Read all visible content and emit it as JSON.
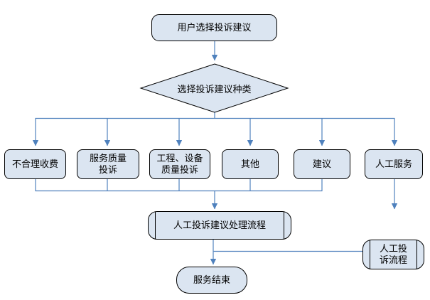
{
  "diagram": {
    "type": "flowchart",
    "background_color": "#ffffff",
    "node_fill_color": "#dbe5f1",
    "node_border_color": "#000000",
    "connector_color": "#4f81bd",
    "text_color": "#000000",
    "nodes": {
      "start": {
        "shape": "terminator",
        "label": "用户选择投诉建议"
      },
      "decision": {
        "shape": "decision",
        "label": "选择投诉建议种类"
      },
      "branch_unreasonable_fee": {
        "shape": "process",
        "label": "不合理收费"
      },
      "branch_service_quality": {
        "shape": "process",
        "label": "服务质量\n投诉"
      },
      "branch_engineering_equipment": {
        "shape": "process",
        "label": "工程、设备\n质量投诉"
      },
      "branch_other": {
        "shape": "process",
        "label": "其他"
      },
      "branch_suggestion": {
        "shape": "process",
        "label": "建议"
      },
      "branch_manual_service": {
        "shape": "process",
        "label": "人工服务"
      },
      "process_manual_handling": {
        "shape": "predefined_process",
        "label": "人工投诉建议处理流程"
      },
      "process_manual_complaint": {
        "shape": "predefined_process",
        "label": "人工投\n诉流程"
      },
      "end": {
        "shape": "terminator",
        "label": "服务结束"
      }
    },
    "edges": [
      {
        "from": "start",
        "to": "decision"
      },
      {
        "from": "decision",
        "to": "branch_unreasonable_fee"
      },
      {
        "from": "decision",
        "to": "branch_service_quality"
      },
      {
        "from": "decision",
        "to": "branch_engineering_equipment"
      },
      {
        "from": "decision",
        "to": "branch_other"
      },
      {
        "from": "decision",
        "to": "branch_suggestion"
      },
      {
        "from": "decision",
        "to": "branch_manual_service"
      },
      {
        "from": "branch_unreasonable_fee",
        "to": "process_manual_handling"
      },
      {
        "from": "branch_service_quality",
        "to": "process_manual_handling"
      },
      {
        "from": "branch_engineering_equipment",
        "to": "process_manual_handling"
      },
      {
        "from": "branch_other",
        "to": "process_manual_handling"
      },
      {
        "from": "branch_suggestion",
        "to": "process_manual_handling"
      },
      {
        "from": "branch_manual_service",
        "to": "process_manual_complaint"
      },
      {
        "from": "process_manual_handling",
        "to": "end"
      },
      {
        "from": "process_manual_complaint",
        "to": "end"
      }
    ]
  }
}
